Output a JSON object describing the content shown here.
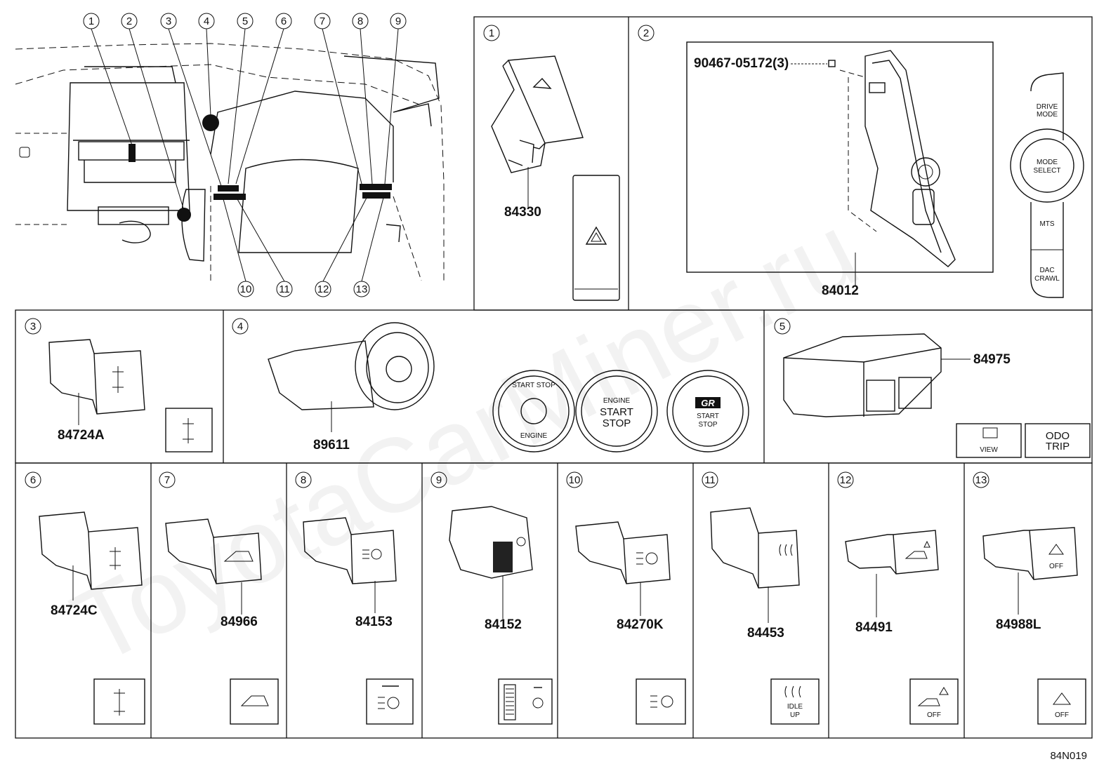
{
  "diagram_code": "84N019",
  "watermark": "ToyotaCarMiner.ru",
  "overview": {
    "callouts": [
      "1",
      "2",
      "3",
      "4",
      "5",
      "6",
      "7",
      "8",
      "9",
      "10",
      "11",
      "12",
      "13"
    ]
  },
  "panels": [
    {
      "num": "1",
      "part": "84330"
    },
    {
      "num": "2",
      "part": "84012",
      "sub_part": "90467-05172(3)",
      "knob_labels": {
        "drive_mode": "DRIVE\nMODE",
        "mode_select": "MODE\nSELECT",
        "mts": "MTS",
        "dac": "DAC\nCRAWL"
      }
    },
    {
      "num": "3",
      "part": "84724A"
    },
    {
      "num": "4",
      "part": "89611",
      "button_labels": {
        "top": "START STOP",
        "bottom": "ENGINE",
        "engine": "ENGINE",
        "start": "START",
        "stop": "STOP",
        "gr_start": "START",
        "gr_stop": "STOP",
        "gr_logo": "GR"
      }
    },
    {
      "num": "5",
      "part": "84975",
      "label_view": "VIEW",
      "label_odo": "ODO",
      "label_trip": "TRIP"
    },
    {
      "num": "6",
      "part": "84724C"
    },
    {
      "num": "7",
      "part": "84966"
    },
    {
      "num": "8",
      "part": "84153"
    },
    {
      "num": "9",
      "part": "84152"
    },
    {
      "num": "10",
      "part": "84270K"
    },
    {
      "num": "11",
      "part": "84453",
      "icon_label_1": "IDLE",
      "icon_label_2": "UP"
    },
    {
      "num": "12",
      "part": "84491",
      "icon_label": "OFF"
    },
    {
      "num": "13",
      "part": "84988L",
      "icon_label": "OFF"
    }
  ]
}
